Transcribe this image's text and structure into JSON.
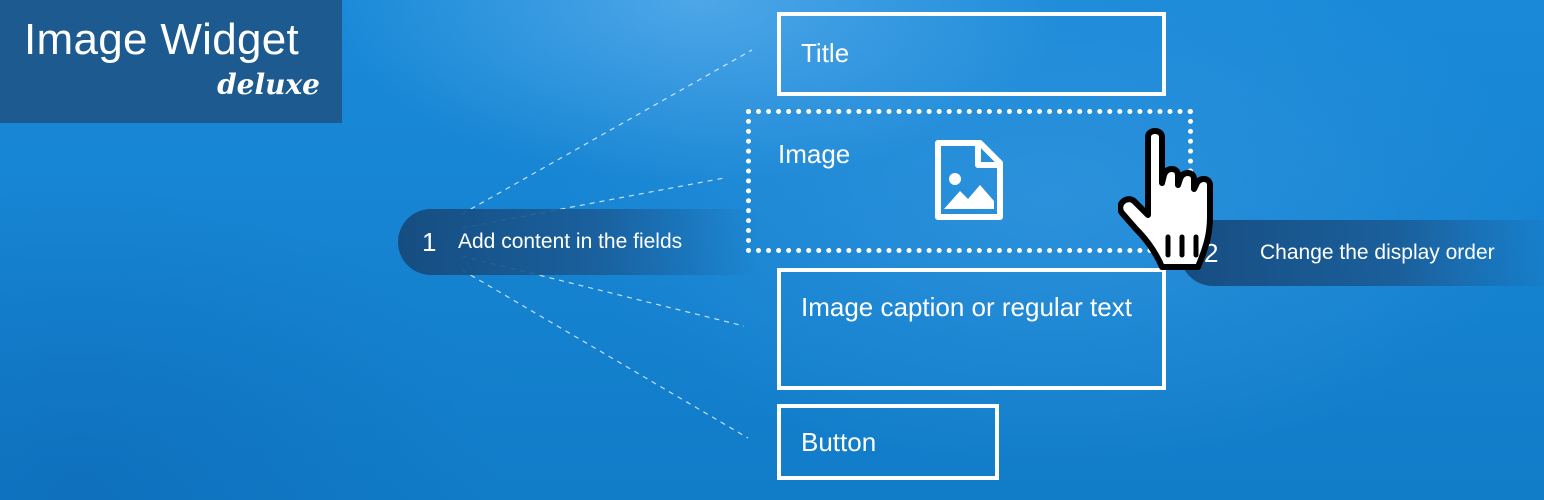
{
  "logo": {
    "title": "Image Widget",
    "subtitle": "deluxe"
  },
  "fields": {
    "title_label": "Title",
    "image_label": "Image",
    "caption_label": "Image caption or regular text",
    "button_label": "Button"
  },
  "steps": [
    {
      "number": "1",
      "text": "Add content in the fields"
    },
    {
      "number": "2",
      "text": "Change the display order"
    }
  ],
  "icons": {
    "image_placeholder": "image-file-icon",
    "cursor": "pointer-hand-icon"
  },
  "colors": {
    "background": "#1684d2",
    "logo_background": "#1c5a8f",
    "step_background": "#1a5a94",
    "foreground": "#ffffff"
  }
}
